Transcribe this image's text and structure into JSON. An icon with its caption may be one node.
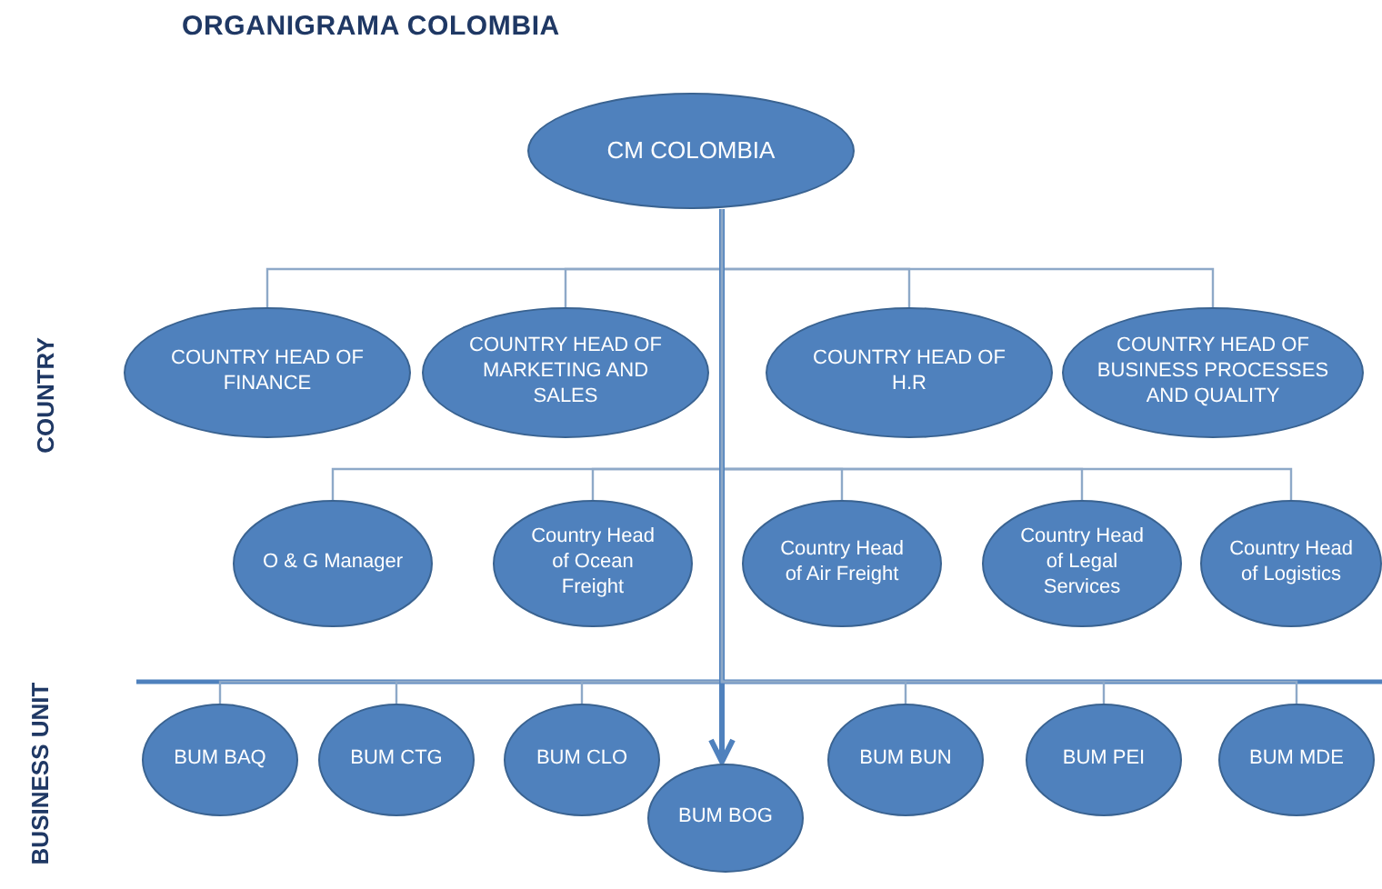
{
  "diagram": {
    "title": "ORGANIGRAMA COLOMBIA",
    "nodes": [
      {
        "text": [
          "CM  COLOMBIA"
        ]
      },
      {
        "text": [
          "COUNTRY HEAD OF FINANCE"
        ]
      },
      {
        "text": [
          "COUNTRY HEAD OF MARKETING AND SALES"
        ]
      },
      {
        "text": [
          "COUNTRY HEAD OF H.R"
        ]
      },
      {
        "text": [
          "COUNTRY HEAD OF BUSINESS PROCESSES AND QUALITY"
        ]
      },
      {
        "text": [
          "O & G Manager"
        ]
      },
      {
        "text": [
          "Country Head of Ocean Freight"
        ]
      },
      {
        "text": [
          "Country Head of Air Freight"
        ]
      },
      {
        "text": [
          "Country Head of Legal Services"
        ]
      },
      {
        "text": [
          "Country Head of Logistics"
        ]
      },
      {
        "text": [
          "BUM BAQ"
        ]
      },
      {
        "text": [
          "BUM CTG"
        ]
      },
      {
        "text": [
          "BUM CLO"
        ]
      },
      {
        "text": [
          "BUM BOG"
        ]
      },
      {
        "text": [
          "BUM BUN"
        ]
      },
      {
        "text": [
          "BUM PEI"
        ]
      },
      {
        "text": [
          "BUM MDE"
        ]
      }
    ],
    "edges": [
      {
        "from": 0,
        "to": 1,
        "arrow": "none"
      },
      {
        "from": 0,
        "to": 2,
        "arrow": "none"
      },
      {
        "from": 0,
        "to": 3,
        "arrow": "none"
      },
      {
        "from": 0,
        "to": 4,
        "arrow": "none"
      },
      {
        "from": 0,
        "to": 5,
        "arrow": "none"
      },
      {
        "from": 0,
        "to": 6,
        "arrow": "none"
      },
      {
        "from": 0,
        "to": 7,
        "arrow": "none"
      },
      {
        "from": 0,
        "to": 8,
        "arrow": "none"
      },
      {
        "from": 0,
        "to": 9,
        "arrow": "none"
      },
      {
        "from": 0,
        "to": 10,
        "arrow": "none"
      },
      {
        "from": 0,
        "to": 11,
        "arrow": "none"
      },
      {
        "from": 0,
        "to": 12,
        "arrow": "none"
      },
      {
        "from": 0,
        "to": 13,
        "arrow": "to",
        "style": "thick"
      },
      {
        "from": 0,
        "to": 14,
        "arrow": "none"
      },
      {
        "from": 0,
        "to": 15,
        "arrow": "none"
      },
      {
        "from": 0,
        "to": 16,
        "arrow": "none"
      }
    ],
    "labels": [
      "COUNTRY",
      "BUSINESS UNIT"
    ]
  }
}
